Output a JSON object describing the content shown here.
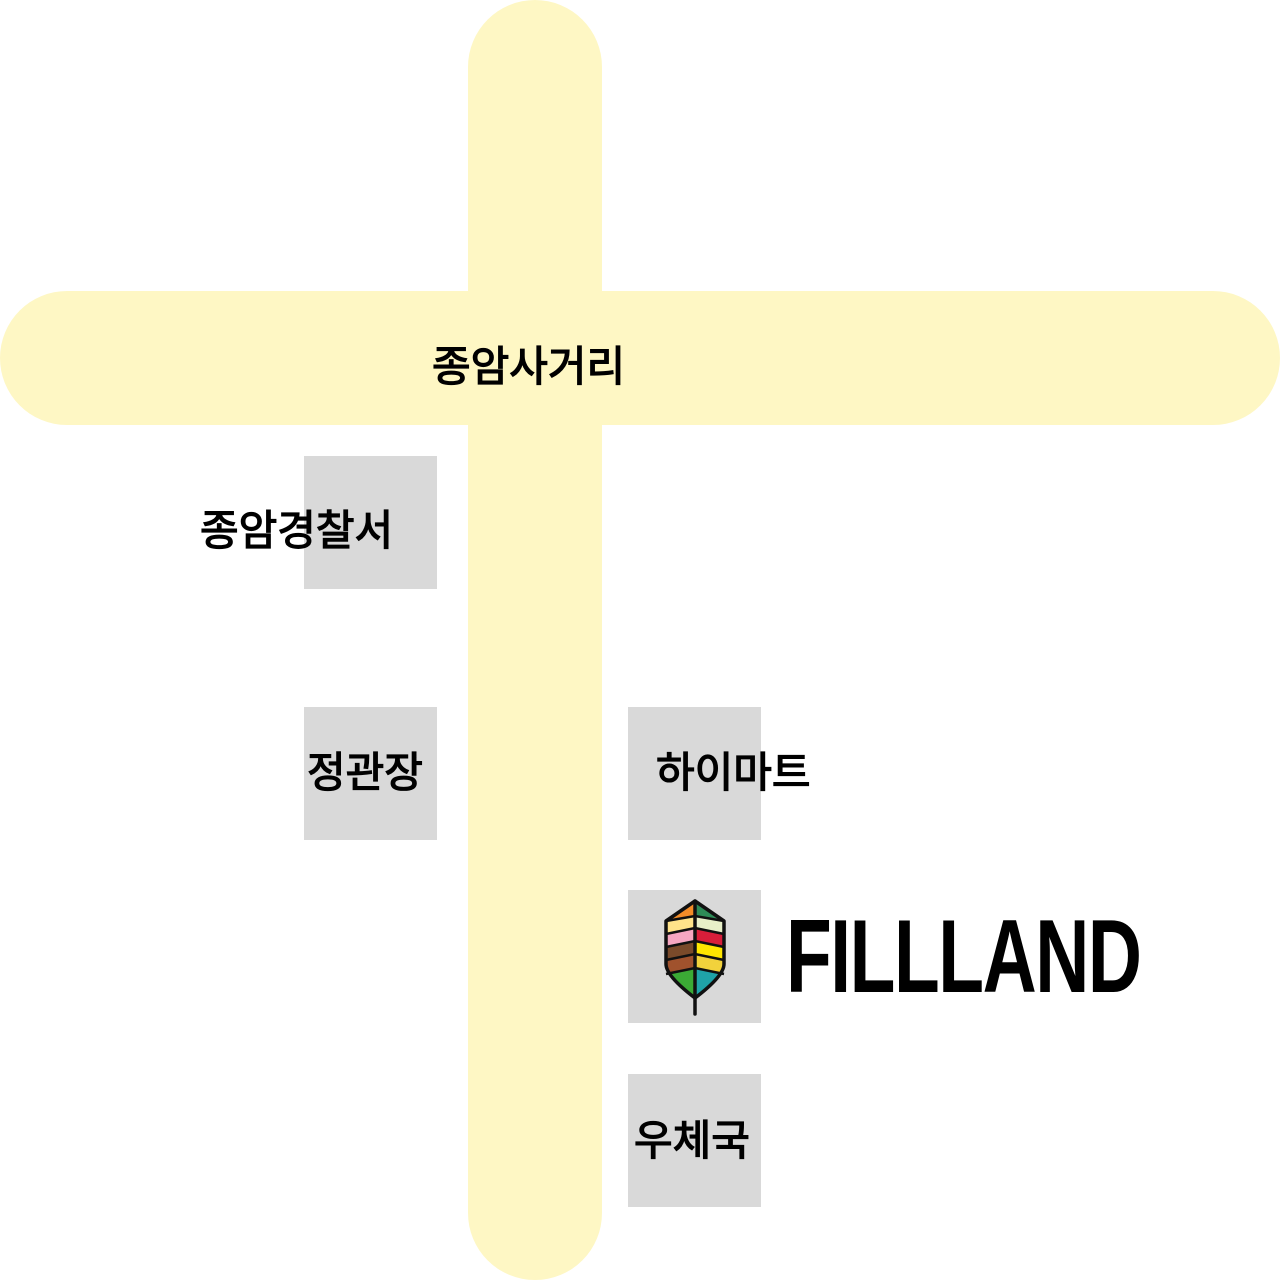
{
  "colors": {
    "road": "#FEF7C4",
    "block": "#D9D9D9",
    "text": "#000000"
  },
  "intersection": {
    "label": "종암사거리"
  },
  "places": {
    "police": {
      "label": "종암경찰서"
    },
    "hall": {
      "label": "정관장"
    },
    "mart": {
      "label": "하이마트"
    },
    "post": {
      "label": "우체국"
    }
  },
  "brand": {
    "name": "FILLLAND",
    "icon": "leaf-logo-icon"
  }
}
